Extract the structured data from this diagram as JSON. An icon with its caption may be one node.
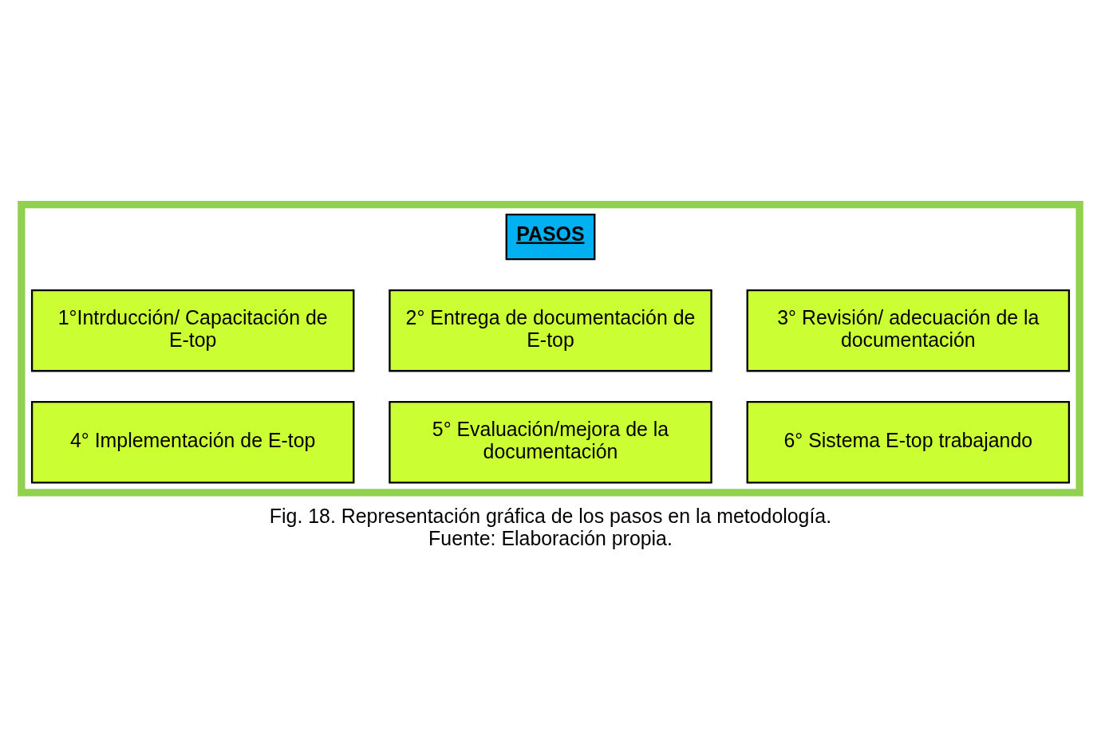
{
  "diagram": {
    "caption": "Fig. 18. Representación gráfica de los pasos en la metodología. Fuente: Elaboración propia.",
    "nodes": [
      {
        "text": [],
        "shape": "arrow"
      },
      {
        "text": [
          "PASOS"
        ],
        "in": 0
      },
      {
        "text": [
          "1°Intrducción/ Capacitación de E-top"
        ],
        "in": 0
      },
      {
        "text": [
          "2° Entrega de documentación de E-top"
        ],
        "in": 0
      },
      {
        "text": [
          "3° Revisión/ adecuación de la documentación"
        ],
        "in": 0
      },
      {
        "text": [
          "4° Implementación de E-top"
        ],
        "in": 0
      },
      {
        "text": [
          "5° Evaluación/mejora de la documentación"
        ],
        "in": 0
      },
      {
        "text": [
          "6° Sistema E-top trabajando"
        ],
        "in": 0
      }
    ],
    "edges": []
  }
}
